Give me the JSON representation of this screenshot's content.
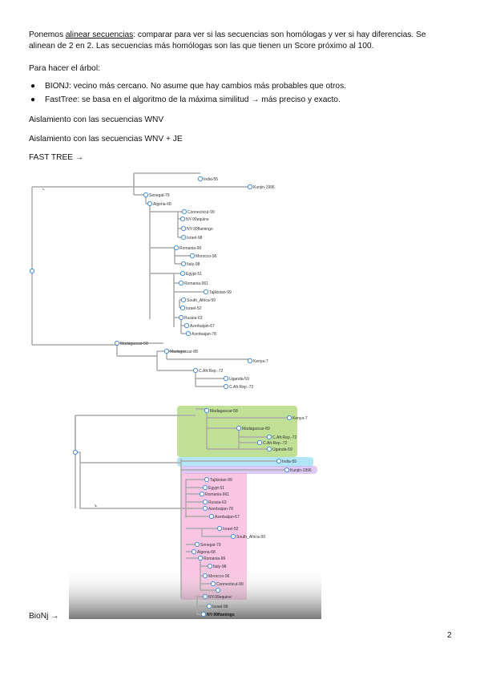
{
  "intro": {
    "pre": "Ponemos ",
    "link": "alinear secuencias",
    "post": ": comparar para ver si las secuencias son homólogas y ver si hay diferencias.  Se",
    "line2": "alinean de 2 en 2. Las secuencias más homólogas son las que tienen un Score próximo al 100."
  },
  "tree_heading": "Para hacer el árbol:",
  "bullets": [
    "BIONJ: vecino más cercano. No asume que hay cambios más probables que otros.",
    "FastTree: se basa en el algoritmo de la máxima similitud → más preciso y exacto."
  ],
  "wnv_line": "Aislamiento con las secuencias WNV",
  "wnv_je_line": "Aislamiento con las secuencias WNV + JE",
  "fasttree_label": "FAST TREE →",
  "bionj_label": "BioNj →",
  "page_number": "2",
  "fasttree_labels": {
    "india": "India-55",
    "kunjin": "Kunjin-1996",
    "senegal": "Senegal-79",
    "algeria": "Algeria-68",
    "connecticut": "Connecticut-99",
    "nyequine": "NY-99equine",
    "nyflamingo": "NY-99flamingo",
    "israel98": "Israel-98",
    "romania96": "Romania-96",
    "morocco": "Morocco-96",
    "italy": "Italy-98",
    "egypt": "Egypt-51",
    "romania961": "Romania-961",
    "tajikistan": "Tajikistan-99",
    "southafrica": "South_Africa-99",
    "israel52": "Israel-52",
    "russia": "Russia-63",
    "azer67": "Azerbaijan-67",
    "azer78": "Azerbaijan-78",
    "madag58": "Madagascar-58",
    "madag88": "Madagascar-88",
    "kenya": "Kenya-7",
    "car72a": "C.Afr.Rep.-72",
    "uganda": "Uganda-59",
    "car72b": "C.Afr.Rep.-72"
  },
  "bionj_labels": {
    "madag58": "Madagascar-58",
    "kenya": "Kenya-7",
    "madag88": "Madagascar-89",
    "car72a": "C.Afr.Rep.-72",
    "car72b": "C.Afr.Rep.-72",
    "uganda": "Uganda-59",
    "india": "India-55",
    "kunjin": "Kunjin-1996",
    "tajikistan": "Tajikistan-99",
    "egypt": "Egypt-51",
    "romania961": "Romania-961",
    "russia": "Russia-63",
    "azer78": "Azerbaijan-78",
    "azer67": "Azerbaijan-67",
    "israel52": "Israel-52",
    "southafrica": "South_Africa-99",
    "senegal": "Senegal-79",
    "algeria": "Algeria-68",
    "romania96": "Romania-96",
    "italy": "Italy-98",
    "morocco": "Morocco-96",
    "connecticut": "Connecticut-99",
    "nyequine": "NY-99equine",
    "israel98": "Israel-98",
    "nyflamingo": "NY-99flamingo"
  },
  "highlight_colors": {
    "green": "#8dc63f",
    "blue": "#7fd3f0",
    "pink": "#f48cc6",
    "purple": "#c9a7ef"
  }
}
